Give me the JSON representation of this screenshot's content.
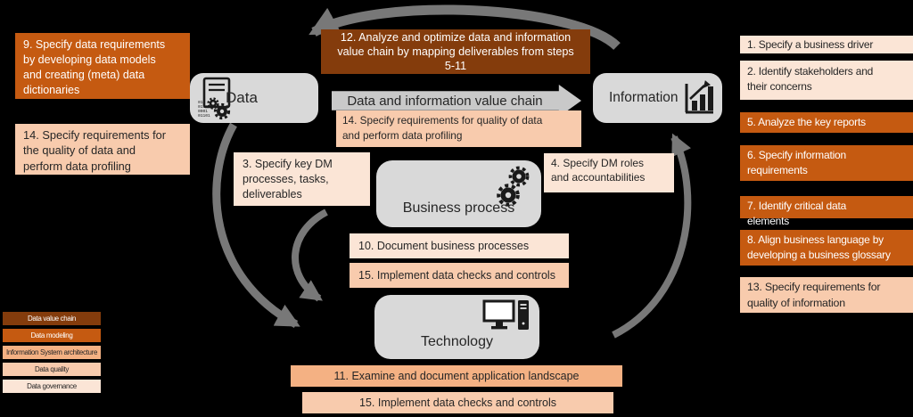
{
  "palette": {
    "background": "#000000",
    "dark_brown": "#843C0C",
    "orange": "#C55A11",
    "peach_medium": "#F4B183",
    "peach": "#F8CBAD",
    "peach_light": "#FBE5D6",
    "node_gray": "#D9D9D9",
    "arrow_gray": "#7F7F7F",
    "text_dark": "#262626",
    "text_light": "#FFFFFF"
  },
  "left_column": {
    "box9": "9. Specify data requirements\nby developing data models\nand creating (meta) data\ndictionaries",
    "box14": "14. Specify requirements for\nthe quality of data and\nperform data profiling"
  },
  "diagram": {
    "box12": "12. Analyze and optimize data and information\nvalue chain by mapping deliverables from steps\n5-11",
    "value_chain_label": "Data and information value chain",
    "box14": "14. Specify requirements for quality of data\nand perform data profiling",
    "box3": "3. Specify key DM\nprocesses, tasks,\ndeliverables",
    "box4": "4. Specify DM roles\nand accountabilities",
    "box10": "10. Document business processes",
    "box15": "15. Implement data checks and controls",
    "box11": "11. Examine and document application  landscape",
    "box15_bottom": "15. Implement data checks and controls",
    "nodes": {
      "data": "Data",
      "information": "Information",
      "business_process": "Business process",
      "technology": "Technology"
    }
  },
  "right_column": {
    "items": [
      {
        "label": "1. Specify a business driver"
      },
      {
        "label": "2. Identify stakeholders and\ntheir concerns"
      },
      {
        "label": "5. Analyze the key reports"
      },
      {
        "label": "6. Specify information\nrequirements"
      },
      {
        "label": "7. Identify critical data\nelements"
      },
      {
        "label": "8. Align business language by\ndeveloping a business glossary"
      },
      {
        "label": "13. Specify requirements for\nquality of information"
      }
    ]
  },
  "legend": {
    "items": [
      {
        "label": "Data value chain",
        "color": "#843C0C"
      },
      {
        "label": "Data modeling",
        "color": "#C55A11"
      },
      {
        "label": "Information System architecture",
        "color": "#F4B183"
      },
      {
        "label": "Data quality",
        "color": "#F8CBAD"
      },
      {
        "label": "Data governance",
        "color": "#FBE5D6"
      }
    ]
  }
}
